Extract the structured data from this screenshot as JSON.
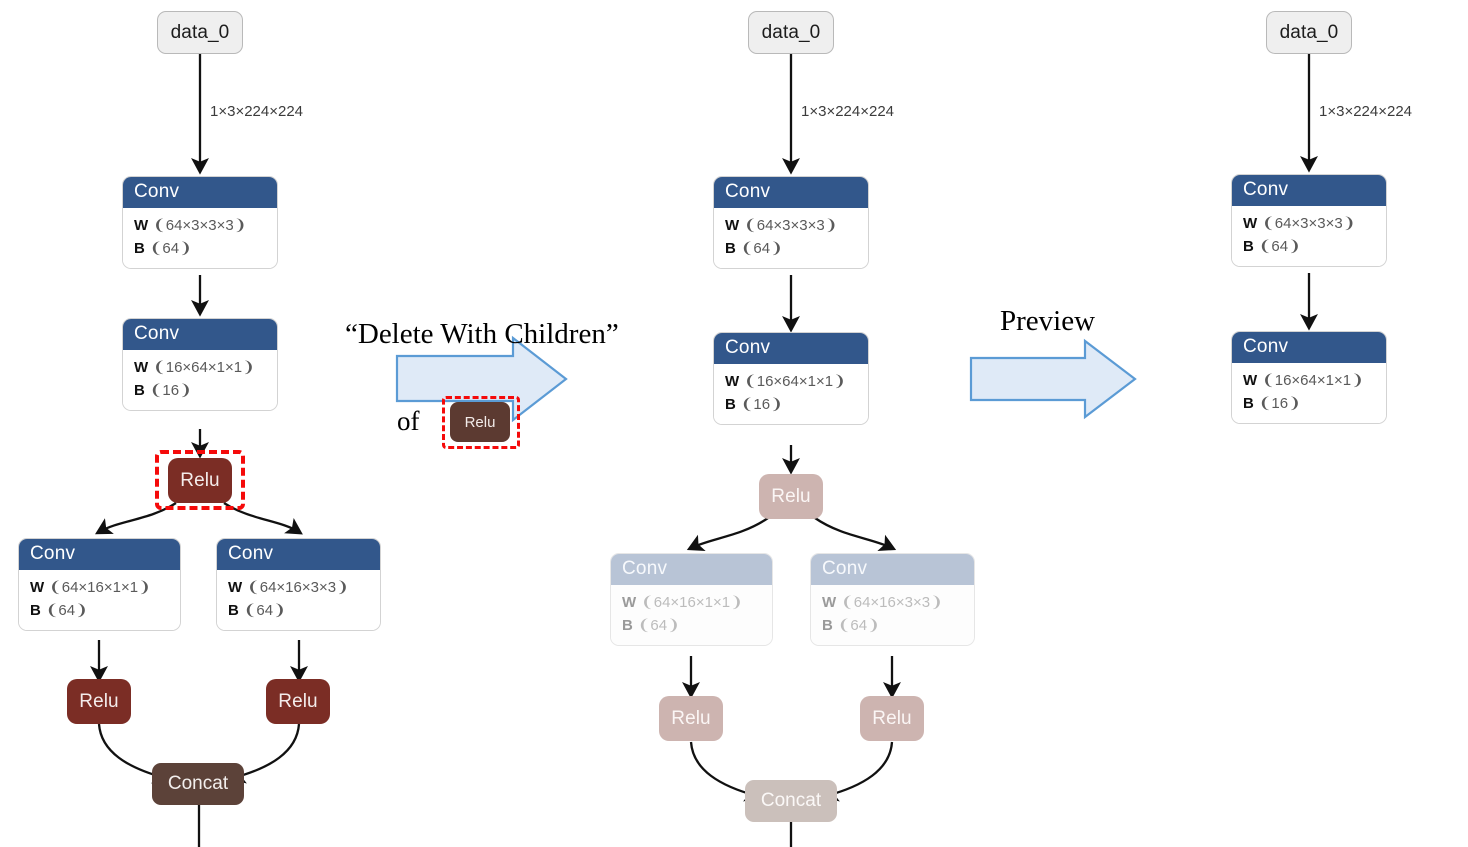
{
  "diagram": {
    "type": "neural-network-graph-editor-illustration",
    "columns": [
      {
        "id": "before",
        "role": "original-graph",
        "nodes": [
          {
            "id": "l-data0",
            "kind": "io",
            "label": "data_0"
          },
          {
            "id": "l-conv1",
            "kind": "op",
            "label": "Conv",
            "attrs": [
              {
                "key": "W",
                "shape": "❨64×3×3×3❩"
              },
              {
                "key": "B",
                "shape": "❨64❩"
              }
            ]
          },
          {
            "id": "l-conv2",
            "kind": "op",
            "label": "Conv",
            "attrs": [
              {
                "key": "W",
                "shape": "❨16×64×1×1❩"
              },
              {
                "key": "B",
                "shape": "❨16❩"
              }
            ]
          },
          {
            "id": "l-relu1",
            "kind": "act",
            "label": "Relu",
            "selected": true
          },
          {
            "id": "l-conv3",
            "kind": "op",
            "label": "Conv",
            "attrs": [
              {
                "key": "W",
                "shape": "❨64×16×1×1❩"
              },
              {
                "key": "B",
                "shape": "❨64❩"
              }
            ]
          },
          {
            "id": "l-conv4",
            "kind": "op",
            "label": "Conv",
            "attrs": [
              {
                "key": "W",
                "shape": "❨64×16×3×3❩"
              },
              {
                "key": "B",
                "shape": "❨64❩"
              }
            ]
          },
          {
            "id": "l-relu2",
            "kind": "act",
            "label": "Relu"
          },
          {
            "id": "l-relu3",
            "kind": "act",
            "label": "Relu"
          },
          {
            "id": "l-concat",
            "kind": "concat",
            "label": "Concat"
          }
        ],
        "edge_label": "1×3×224×224"
      },
      {
        "id": "marked",
        "role": "graph-with-subtree-marked-for-deletion",
        "nodes": [
          {
            "id": "m-data0",
            "kind": "io",
            "label": "data_0"
          },
          {
            "id": "m-conv1",
            "kind": "op",
            "label": "Conv",
            "attrs": [
              {
                "key": "W",
                "shape": "❨64×3×3×3❩"
              },
              {
                "key": "B",
                "shape": "❨64❩"
              }
            ]
          },
          {
            "id": "m-conv2",
            "kind": "op",
            "label": "Conv",
            "attrs": [
              {
                "key": "W",
                "shape": "❨16×64×1×1❩"
              },
              {
                "key": "B",
                "shape": "❨16❩"
              }
            ]
          },
          {
            "id": "m-relu1",
            "kind": "act",
            "label": "Relu",
            "faded": true
          },
          {
            "id": "m-conv3",
            "kind": "op",
            "label": "Conv",
            "faded": true,
            "attrs": [
              {
                "key": "W",
                "shape": "❨64×16×1×1❩"
              },
              {
                "key": "B",
                "shape": "❨64❩"
              }
            ]
          },
          {
            "id": "m-conv4",
            "kind": "op",
            "label": "Conv",
            "faded": true,
            "attrs": [
              {
                "key": "W",
                "shape": "❨64×16×3×3❩"
              },
              {
                "key": "B",
                "shape": "❨64❩"
              }
            ]
          },
          {
            "id": "m-relu2",
            "kind": "act",
            "label": "Relu",
            "faded": true
          },
          {
            "id": "m-relu3",
            "kind": "act",
            "label": "Relu",
            "faded": true
          },
          {
            "id": "m-concat",
            "kind": "concat",
            "label": "Concat",
            "faded": true
          }
        ],
        "edge_label": "1×3×224×224"
      },
      {
        "id": "after",
        "role": "resulting-graph",
        "nodes": [
          {
            "id": "r-data0",
            "kind": "io",
            "label": "data_0"
          },
          {
            "id": "r-conv1",
            "kind": "op",
            "label": "Conv",
            "attrs": [
              {
                "key": "W",
                "shape": "❨64×3×3×3❩"
              },
              {
                "key": "B",
                "shape": "❨64❩"
              }
            ]
          },
          {
            "id": "r-conv2",
            "kind": "op",
            "label": "Conv",
            "attrs": [
              {
                "key": "W",
                "shape": "❨16×64×1×1❩"
              },
              {
                "key": "B",
                "shape": "❨16❩"
              }
            ]
          }
        ],
        "edge_label": "1×3×224×224"
      }
    ]
  },
  "annotations": {
    "step1": {
      "caption": "“Delete With Children”",
      "of_word": "of",
      "chip_label": "Relu",
      "arrow": "right-block-arrow"
    },
    "step2": {
      "caption": "Preview",
      "arrow": "right-block-arrow"
    }
  },
  "colors": {
    "conv_header": "#32578b",
    "conv_header_faded": "#b8c4d6",
    "relu": "#7b2d25",
    "relu_faded": "#cdb4b0",
    "concat": "#5c4239",
    "concat_faded": "#cbc0bb",
    "io_node": "#efefef",
    "selection_outline": "#f50a0a",
    "arrow_fill": "#dfeaf7",
    "arrow_stroke": "#5b9bd5",
    "edge": "#000000",
    "background": "#ffffff"
  }
}
